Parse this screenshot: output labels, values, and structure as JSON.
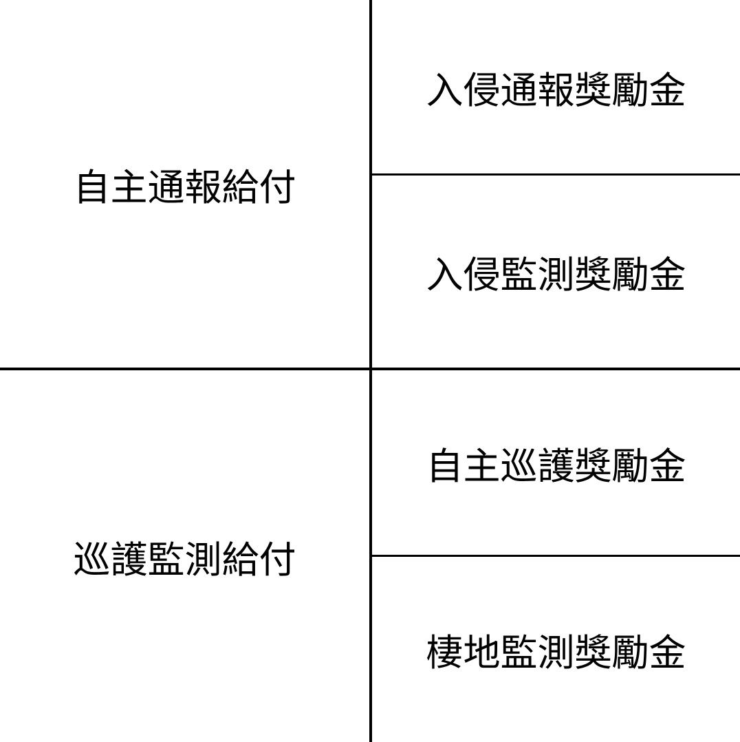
{
  "groups": [
    {
      "category": "自主通報給付",
      "items": [
        "入侵通報獎勵金",
        "入侵監測獎勵金"
      ]
    },
    {
      "category": "巡護監測給付",
      "items": [
        "自主巡護獎勵金",
        "棲地監測獎勵金"
      ]
    }
  ],
  "colors": {
    "line": "#000000",
    "background": "#ffffff",
    "text": "#000000"
  }
}
